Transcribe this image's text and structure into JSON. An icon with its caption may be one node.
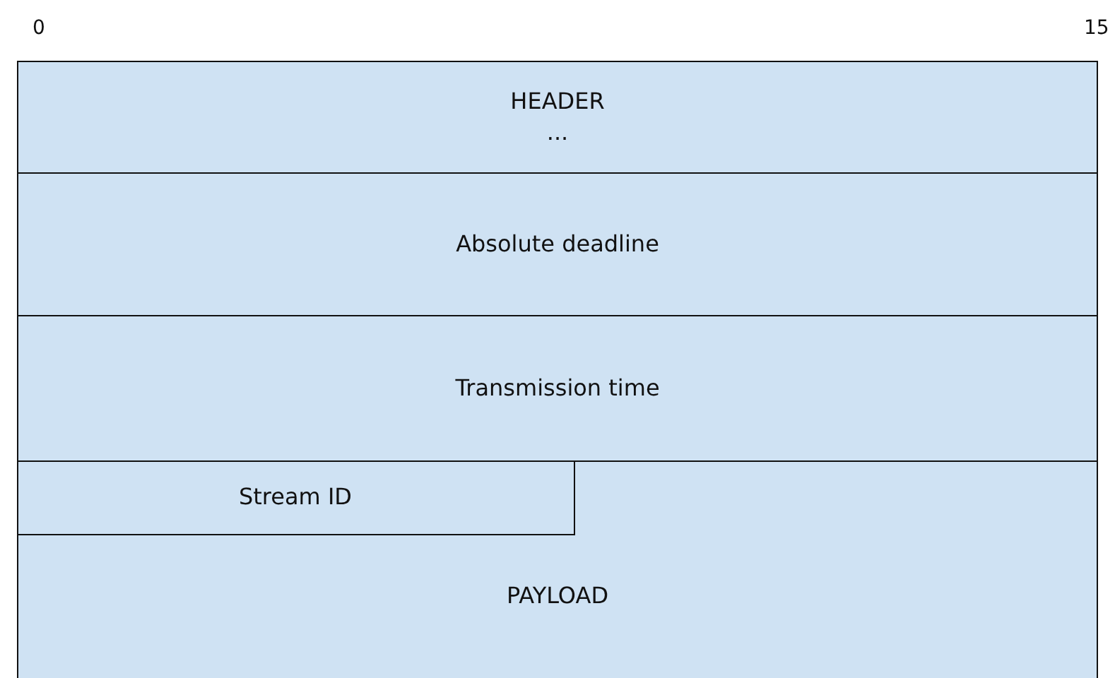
{
  "diagram": {
    "nodes": [
      {
        "text": [
          "HEADER",
          "..."
        ]
      },
      {
        "text": [
          "Absolute deadline"
        ]
      },
      {
        "text": [
          "Transmission time"
        ]
      },
      {
        "text": [
          "PAYLOAD"
        ]
      },
      {
        "text": [
          "Stream ID"
        ],
        "in": 3
      }
    ],
    "labels": [
      "0",
      "15"
    ]
  }
}
